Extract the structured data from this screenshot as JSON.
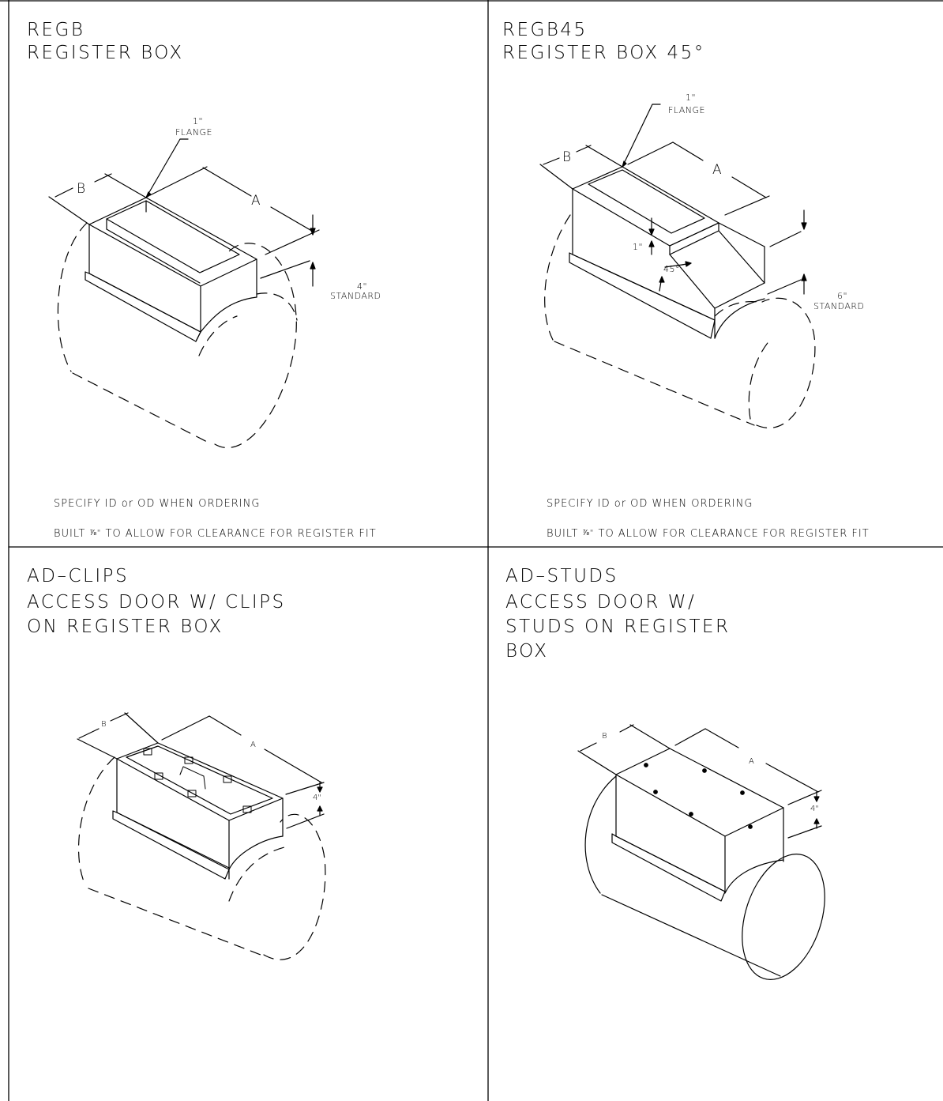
{
  "panels": [
    {
      "code": "REGB",
      "title_lines": [
        "REGISTER BOX"
      ],
      "flange_size": "1\"",
      "flange_label": "FLANGE",
      "dim_a": "A",
      "dim_b": "B",
      "height_value": "4\"",
      "height_label": "STANDARD",
      "note_1": "SPECIFY ID or OD WHEN ORDERING",
      "note_2_pre": "BUILT",
      "note_2_frac": "⅞\"",
      "note_2_post": "TO ALLOW FOR CLEARANCE FOR REGISTER FIT"
    },
    {
      "code": "REGB45",
      "title_lines": [
        "REGISTER BOX 45°"
      ],
      "flange_size": "1\"",
      "flange_label": "FLANGE",
      "dim_a": "A",
      "dim_b": "B",
      "offset_value": "1\"",
      "angle_value": "45°",
      "height_value": "6\"",
      "height_label": "STANDARD",
      "note_1": "SPECIFY ID or OD WHEN ORDERING",
      "note_2_pre": "BUILT",
      "note_2_frac": "⅞\"",
      "note_2_post": "TO ALLOW FOR CLEARANCE FOR REGISTER FIT"
    },
    {
      "code": "AD–CLIPS",
      "title_lines": [
        "ACCESS DOOR W/ CLIPS",
        "ON REGISTER BOX"
      ],
      "dim_a": "A",
      "dim_b": "B",
      "height_value": "4\""
    },
    {
      "code": "AD–STUDS",
      "title_lines": [
        "ACCESS DOOR W/",
        "STUDS ON REGISTER",
        "BOX"
      ],
      "dim_a": "A",
      "dim_b": "B",
      "height_value": "4\""
    }
  ],
  "colors": {
    "ink": "#000000",
    "paper": "#ffffff"
  }
}
